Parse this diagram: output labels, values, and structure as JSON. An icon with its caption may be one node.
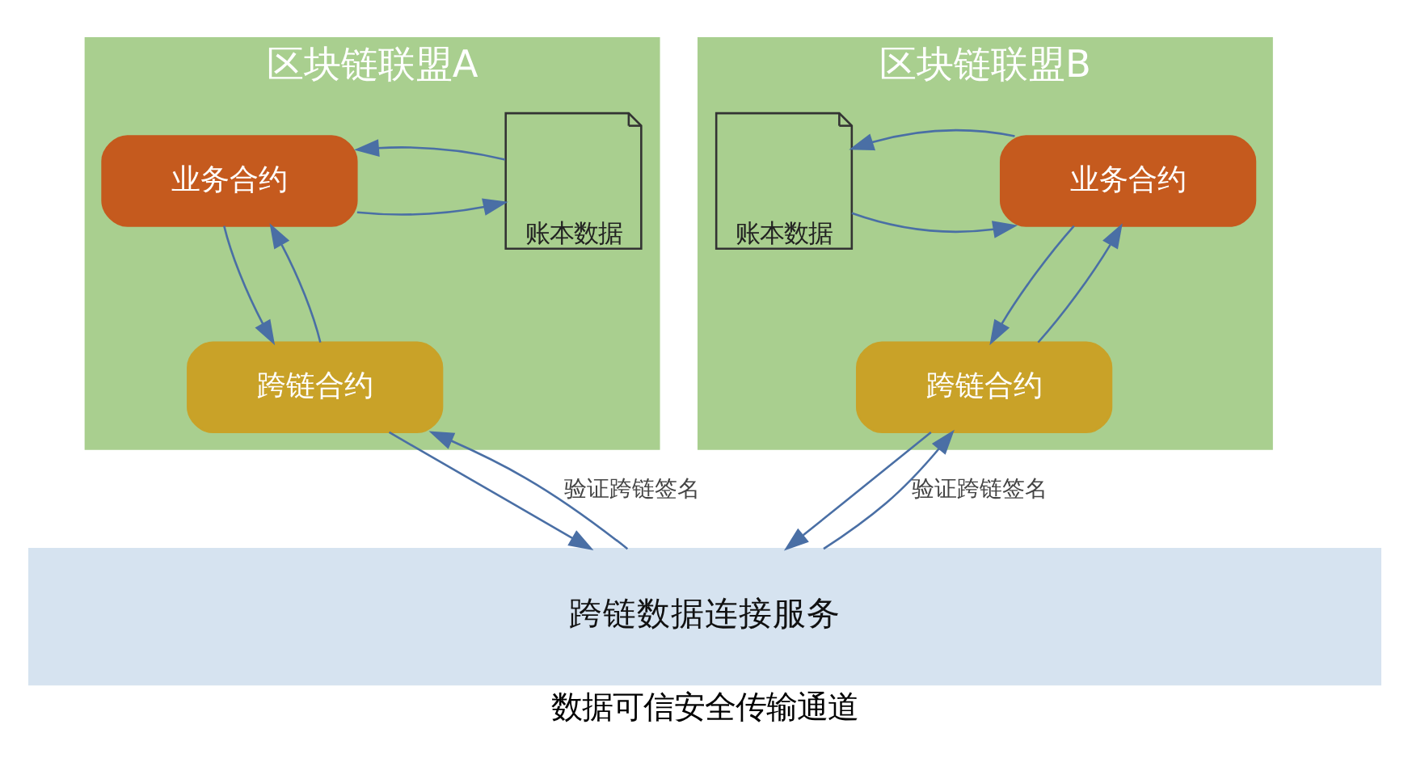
{
  "diagram": {
    "caption": "数据可信安全传输通道",
    "nodes": [
      {
        "text": [
          "区块链联盟A"
        ]
      },
      {
        "text": [
          "账本数据"
        ],
        "in": 0
      },
      {
        "text": [
          "业务合约"
        ],
        "in": 0
      },
      {
        "text": [
          "跨链合约"
        ],
        "in": 0
      },
      {
        "text": [
          "区块链联盟B"
        ]
      },
      {
        "text": [
          "业务合约"
        ],
        "in": 4
      },
      {
        "text": [
          "账本数据"
        ],
        "in": 4
      },
      {
        "text": [
          "跨链合约"
        ],
        "in": 4
      },
      {
        "text": [
          "跨链数据连接服务"
        ]
      }
    ],
    "edges": [
      {
        "from": 2,
        "to": 1,
        "arrow": "to"
      },
      {
        "from": 1,
        "to": 2,
        "arrow": "to"
      },
      {
        "from": 2,
        "to": 3,
        "arrow": "to"
      },
      {
        "from": 3,
        "to": 2,
        "arrow": "to"
      },
      {
        "from": 3,
        "to": 8,
        "arrow": "to"
      },
      {
        "from": 8,
        "to": 3,
        "arrow": "to",
        "label": "验证跨链签名"
      },
      {
        "from": 6,
        "to": 5,
        "arrow": "to"
      },
      {
        "from": 5,
        "to": 6,
        "arrow": "to"
      },
      {
        "from": 5,
        "to": 7,
        "arrow": "to"
      },
      {
        "from": 7,
        "to": 5,
        "arrow": "to"
      },
      {
        "from": 7,
        "to": 8,
        "arrow": "to"
      },
      {
        "from": 8,
        "to": 7,
        "arrow": "to",
        "label": "验证跨链签名"
      }
    ]
  }
}
